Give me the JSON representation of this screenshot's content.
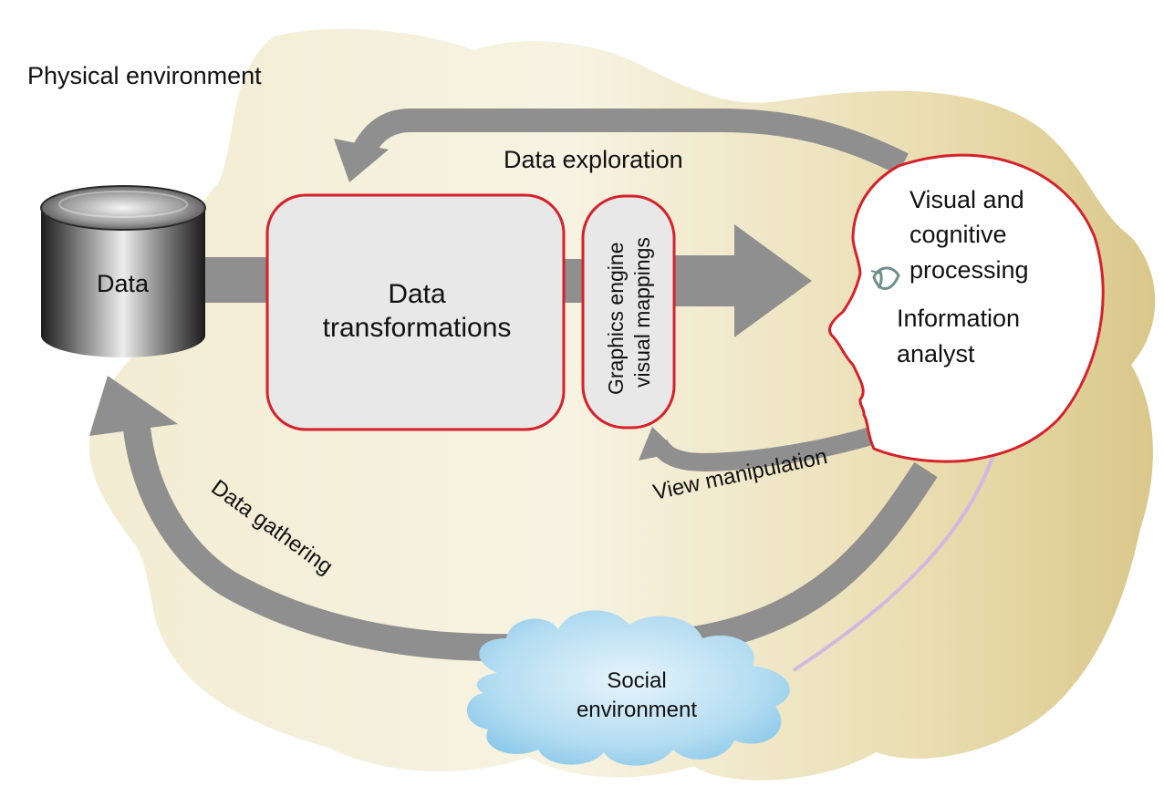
{
  "environment": {
    "physical_label": "Physical environment"
  },
  "nodes": {
    "data": "Data",
    "transformations": [
      "Data",
      "transformations"
    ],
    "graphics_engine": [
      "Graphics engine",
      "visual mappings"
    ],
    "analyst": [
      "Visual and",
      "cognitive",
      "processing",
      "Information",
      "analyst"
    ],
    "social": [
      "Social",
      "environment"
    ]
  },
  "flows": {
    "exploration": "Data exploration",
    "manipulation": "View manipulation",
    "gathering": "Data gathering"
  },
  "colors": {
    "environment": "#ece3bd",
    "arrow": "#8f8f8f",
    "box_fill": "#e8e8e8",
    "box_border": "#d6202a",
    "cloud": "#9fd2ee",
    "link_line": "#d2b8df"
  }
}
